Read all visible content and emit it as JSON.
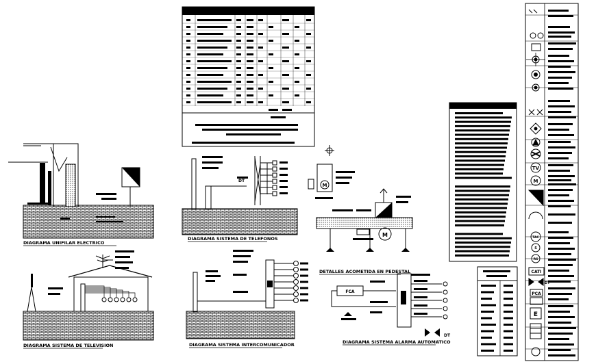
{
  "titles": {
    "unifilar": "DIAGRAMA UNIFILAR ELECTRICO",
    "telefonos": "DIAGRAMA SISTEMA DE TELEFONOS",
    "acometida": "DETALLES ACOMETIDA EN PEDESTAL",
    "television": "DIAGRAMA SISTEMA DE TELEVISION",
    "intercomunicador": "DIAGRAMA SISTEMA INTERCOMUNICADOR",
    "alarma": "DIAGRAMA SISTEMA ALARMA AUTOMATICO"
  },
  "labels": {
    "dt1": "DT",
    "dt2": "DT",
    "dt3": "DT",
    "m1": "M",
    "m2": "M",
    "fca": "FCA"
  },
  "legend_symbols": {
    "tv": "TV",
    "m": "M",
    "tac": "TAC",
    "s": "S",
    "rs": "RS",
    "cati": "CATI",
    "dt": "DT",
    "pca": "PCA",
    "e": "E"
  },
  "colors": {
    "ink": "#000000",
    "paper": "#ffffff"
  }
}
